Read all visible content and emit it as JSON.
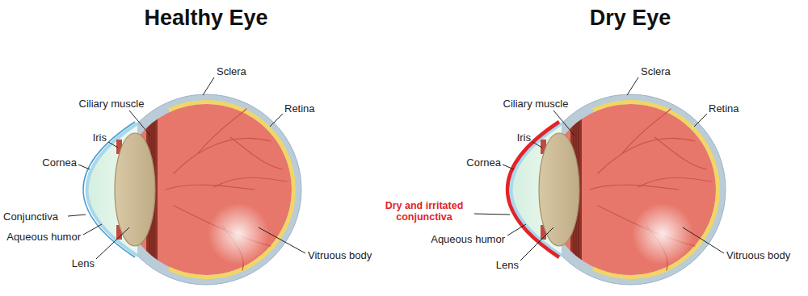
{
  "diagram": {
    "labels": [
      "Healthy Eye",
      "Sclera",
      "Ciliary muscle",
      "Retina",
      "Iris",
      "Cornea",
      "Conjunctiva",
      "Aqueous humor",
      "Lens",
      "Vitruous body",
      "Dry Eye",
      "Sclera",
      "Ciliary muscle",
      "Retina",
      "Iris",
      "Cornea",
      "Dry and irritated conjunctiva",
      "Aqueous humor",
      "Lens",
      "Vitruous body"
    ]
  }
}
